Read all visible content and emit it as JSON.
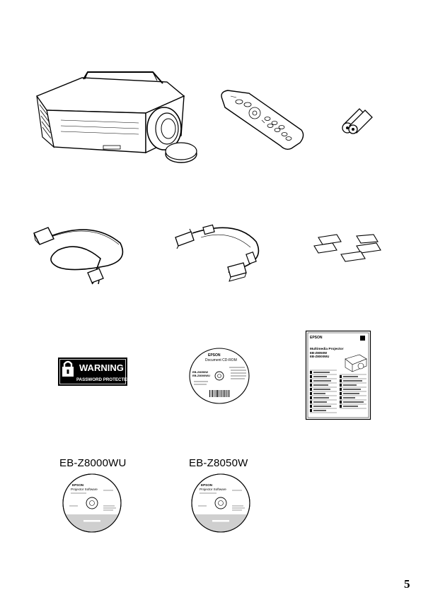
{
  "page": {
    "number": "5"
  },
  "sticker": {
    "warning_title": "WARNING",
    "subtitle": "PASSWORD PROTECTED"
  },
  "document_cd": {
    "brand": "EPSON",
    "title": "Document CD-ROM",
    "models": [
      "EB-Z8050W",
      "EB-Z8000WU"
    ]
  },
  "guide": {
    "brand": "EPSON",
    "title": "Multimedia Projector",
    "models": [
      "EB-Z8050W",
      "EB-Z8000WU"
    ]
  },
  "software_cds": [
    {
      "model_label": "EB-Z8000WU",
      "brand": "EPSON",
      "title": "Projector Software"
    },
    {
      "model_label": "EB-Z8050W",
      "brand": "EPSON",
      "title": "Projector Software"
    }
  ],
  "colors": {
    "ink": "#000000",
    "paper": "#ffffff",
    "shade": "#e6e6e6",
    "cd_band": "#cfcfcf"
  }
}
